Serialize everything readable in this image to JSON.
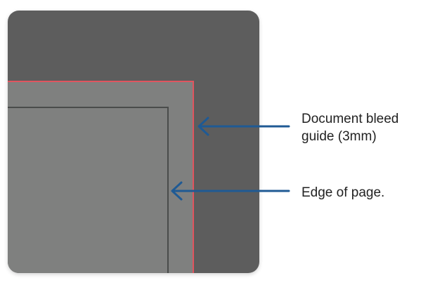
{
  "annotations": {
    "bleed_guide": {
      "line1": "Document bleed",
      "line2": "guide (3mm)"
    },
    "page_edge": {
      "text": "Edge of page."
    }
  },
  "colors": {
    "outer_panel": "#5d5d5d",
    "bleed_fill": "#7f807f",
    "bleed_guide_line": "#e0555f",
    "page_edge_line": "#4a4c4b",
    "arrow": "#1f5a94"
  }
}
